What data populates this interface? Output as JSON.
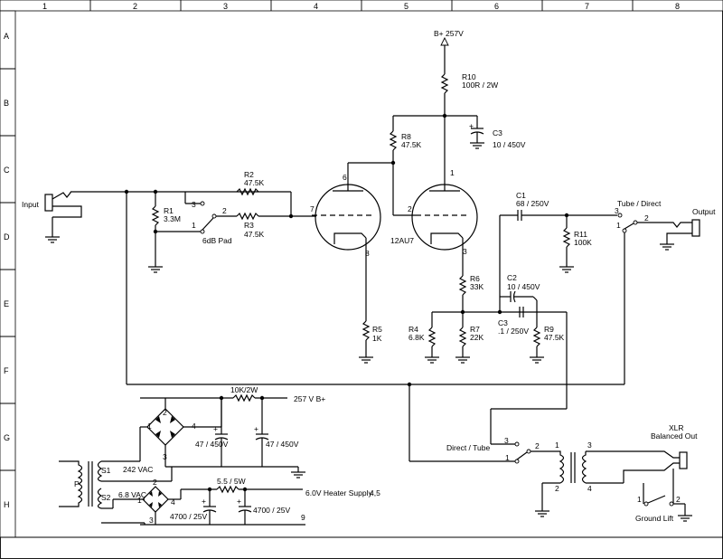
{
  "grid": {
    "cols": [
      "1",
      "2",
      "3",
      "4",
      "5",
      "6",
      "7",
      "8"
    ],
    "rows": [
      "A",
      "B",
      "C",
      "D",
      "E",
      "F",
      "G",
      "H"
    ]
  },
  "supply": {
    "bplus": "B+ 257V"
  },
  "components": {
    "R10": {
      "ref": "R10",
      "value": "100R / 2W"
    },
    "R8": {
      "ref": "R8",
      "value": "47.5K"
    },
    "C3_top": {
      "ref": "C3",
      "value": "10 / 450V"
    },
    "R2": {
      "ref": "R2",
      "value": "47.5K"
    },
    "R3": {
      "ref": "R3",
      "value": "47.5K"
    },
    "R1": {
      "ref": "R1",
      "value": "3.3M"
    },
    "C1": {
      "ref": "C1",
      "value": "68 / 250V"
    },
    "R11": {
      "ref": "R11",
      "value": "100K"
    },
    "R6": {
      "ref": "R6",
      "value": "33K"
    },
    "C2": {
      "ref": "C2",
      "value": "10 / 450V"
    },
    "C3_bot": {
      "ref": "C3",
      "value": ".1 / 250V"
    },
    "R4": {
      "ref": "R4",
      "value": "6.8K"
    },
    "R7": {
      "ref": "R7",
      "value": "22K"
    },
    "R9": {
      "ref": "R9",
      "value": "47.5K"
    },
    "R5": {
      "ref": "R5",
      "value": "1K"
    }
  },
  "labels": {
    "input": "Input",
    "pad": "6dB Pad",
    "tube": "12AU7",
    "tube_direct": "Tube / Direct",
    "output": "Output",
    "direct_tube": "Direct / Tube",
    "xlr_line1": "XLR",
    "xlr_line2": "Balanced Out",
    "ground_lift": "Ground Lift",
    "psu_res": "10K/2W",
    "psu_b": "257 V  B+",
    "cap1": "47 / 450V",
    "cap2": "47 / 450V",
    "s1": "S1",
    "s1v": "242 VAC",
    "s2": "S2",
    "s2v": "6.8 VAC",
    "p": "P",
    "heat_res": "5.5 / 5W",
    "heater": "6.0V Heater Supply",
    "heater_pins": "4,5",
    "hcap1": "4700 / 25V",
    "hcap2": "4700 / 25V",
    "pin9": "9"
  },
  "pins": {
    "t1_6": "6",
    "t1_7": "7",
    "t1_8": "8",
    "t2_1": "1",
    "t2_2": "2",
    "t2_3": "3",
    "pad_3": "3",
    "pad_2": "2",
    "pad_1": "1",
    "td_3": "3",
    "td_2": "2",
    "td_1": "1",
    "dt_3": "3",
    "dt_2": "2",
    "dt_1": "1",
    "x_1": "1",
    "x_2": "2",
    "x_3": "3",
    "x_4": "4",
    "br1_1": "1",
    "br1_2": "2",
    "br1_3": "3",
    "br1_4": "4",
    "br2_1": "1",
    "br2_2": "2",
    "br2_3": "3",
    "br2_4": "4",
    "gl_1": "1",
    "gl_2": "2"
  }
}
